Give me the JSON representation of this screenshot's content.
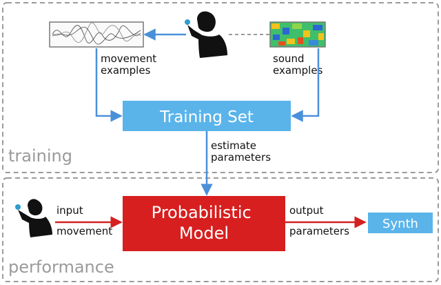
{
  "sections": {
    "training": "training",
    "performance": "performance"
  },
  "labels": {
    "movement_examples": [
      "movement",
      "examples"
    ],
    "sound_examples": [
      "sound",
      "examples"
    ],
    "estimate_parameters": [
      "estimate",
      "parameters"
    ],
    "input_movement": [
      "input",
      "movement"
    ],
    "output_parameters": [
      "output",
      "parameters"
    ]
  },
  "boxes": {
    "training_set": "Training Set",
    "model": [
      "Probabilistic",
      "Model"
    ],
    "synth": "Synth"
  },
  "colors": {
    "blue_arrow": "#4a90d9",
    "training_set_fill": "#5ab4ea",
    "model_fill": "#d71f1f",
    "red_arrow": "#d42020",
    "synth_fill": "#5ab4ea",
    "frame": "#9a9a9a"
  },
  "icons": [
    "person-with-controller-icon",
    "waveform-thumbnail",
    "spectrogram-thumbnail"
  ]
}
